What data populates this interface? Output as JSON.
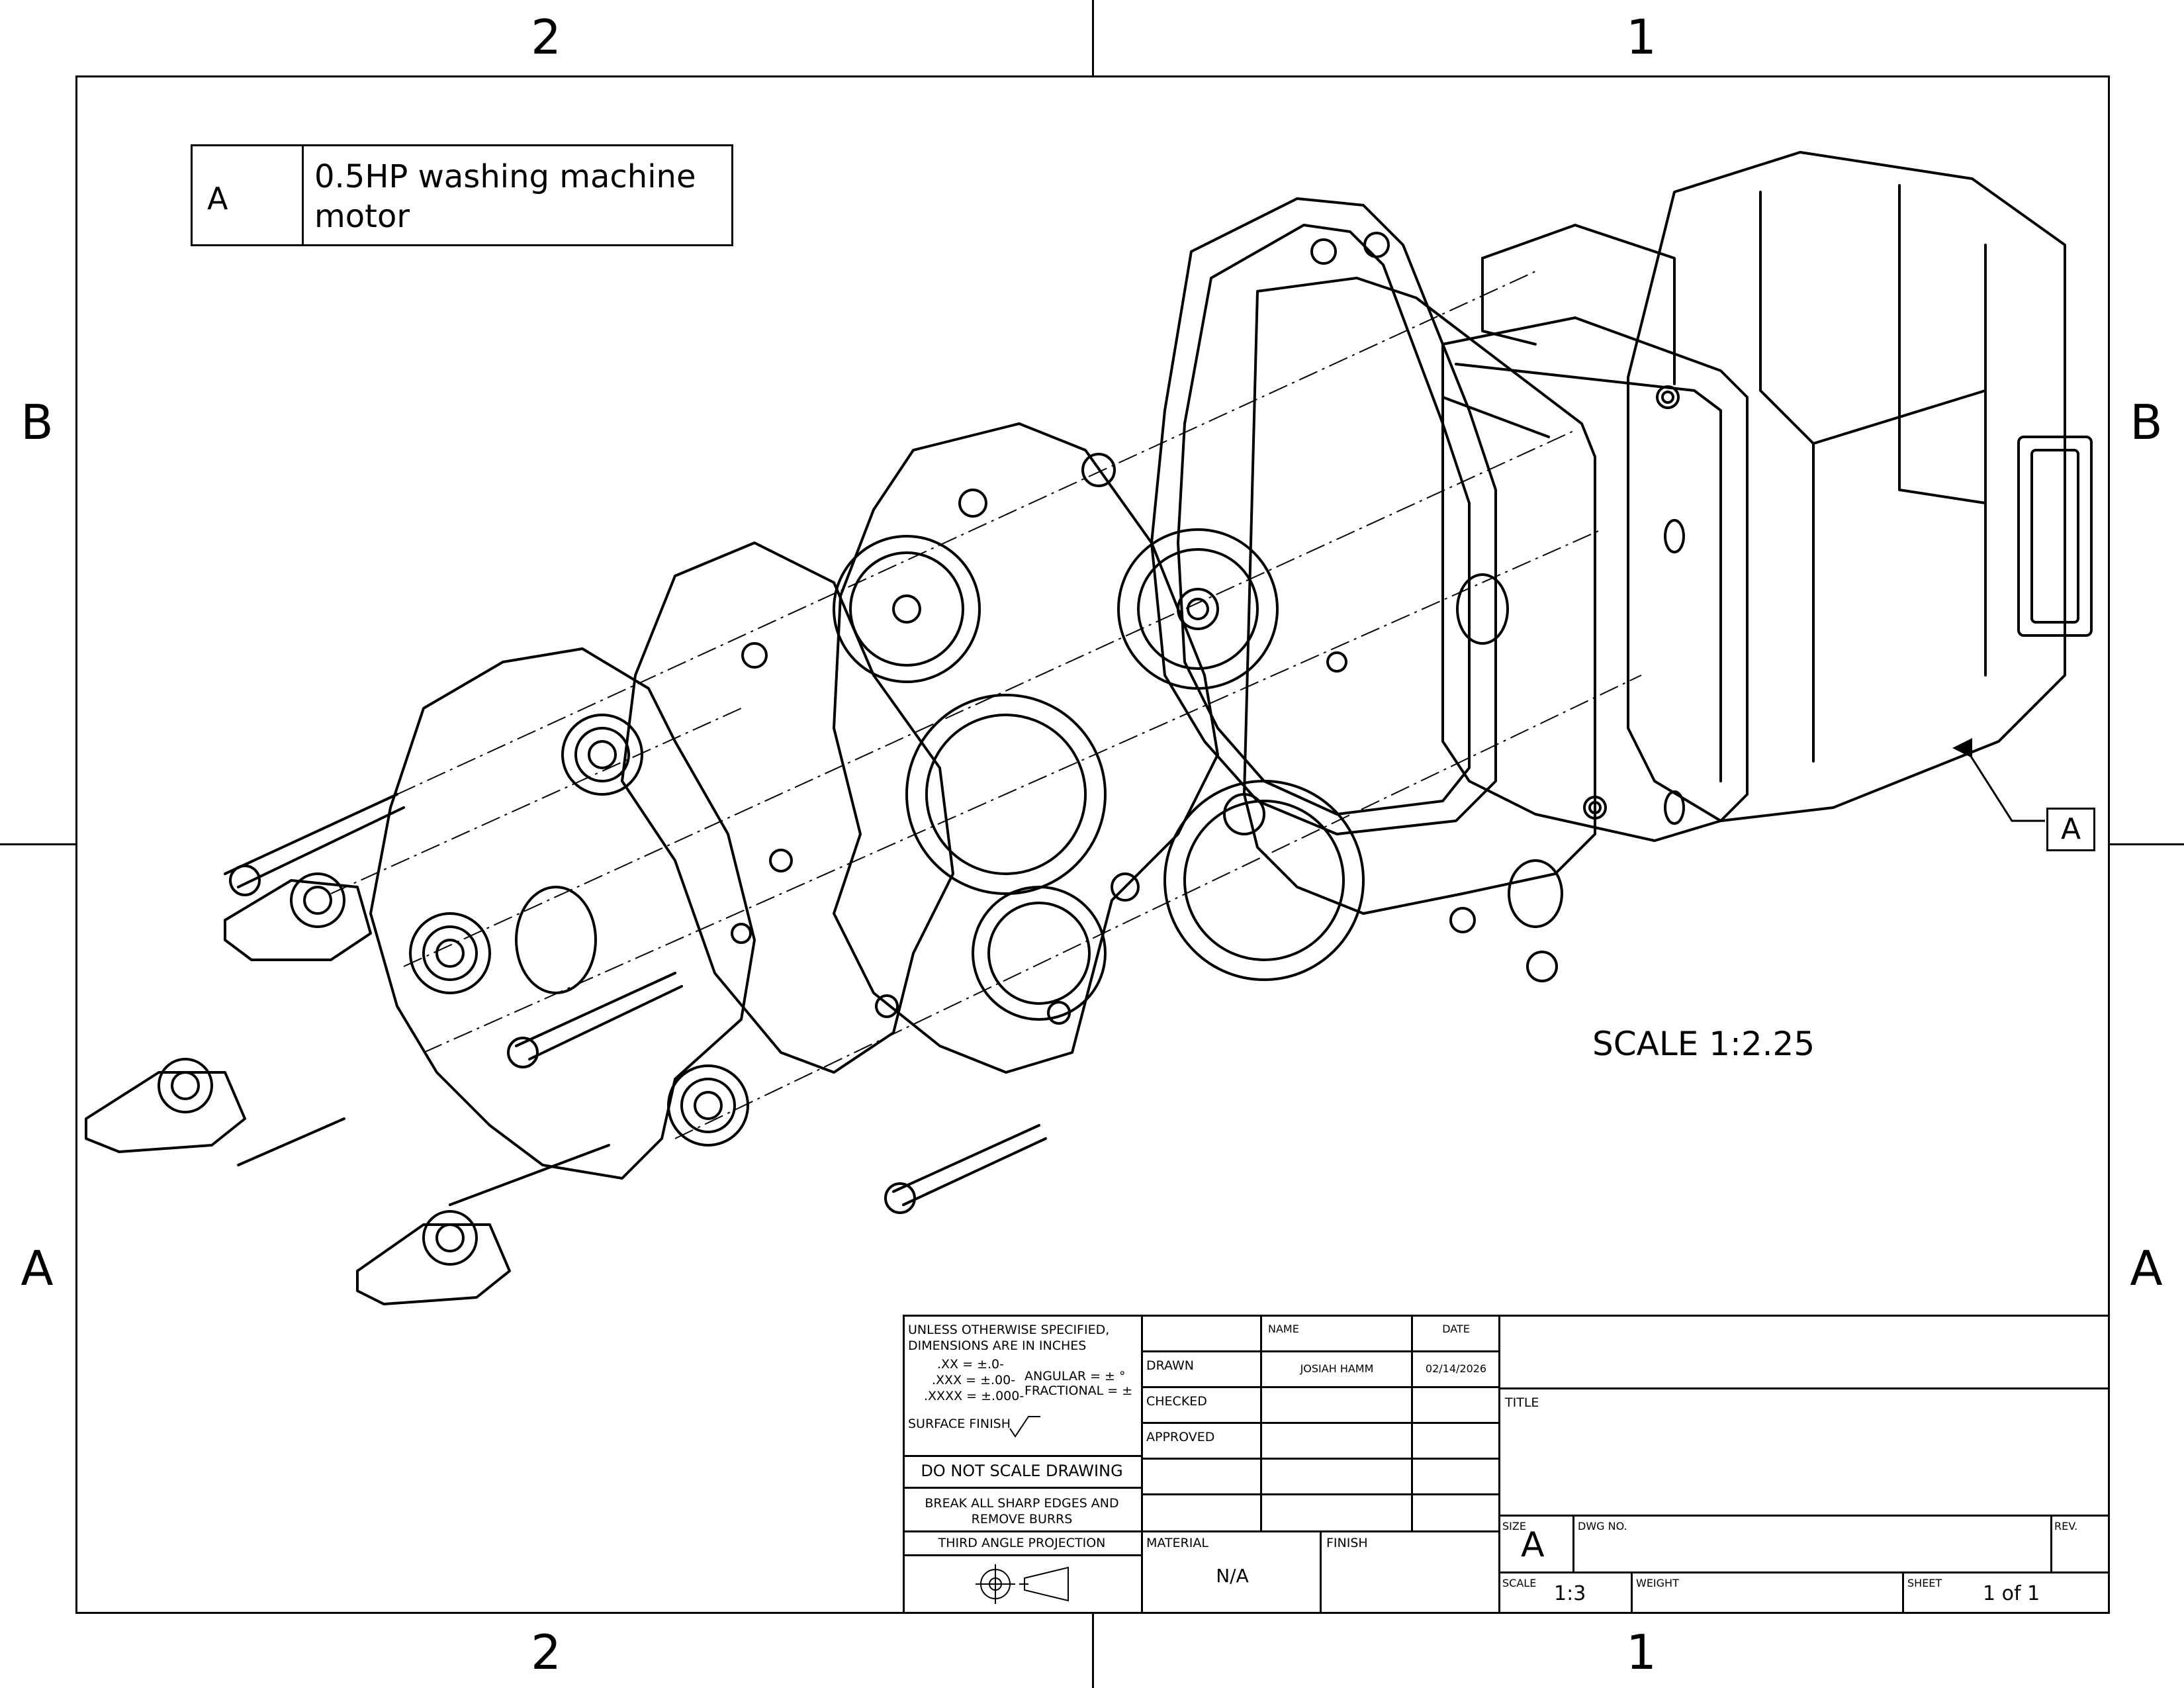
{
  "zones": {
    "top": [
      "2",
      "1"
    ],
    "bottom": [
      "2",
      "1"
    ],
    "left": [
      "B",
      "A"
    ],
    "right": [
      "B",
      "A"
    ]
  },
  "legend": {
    "balloon": "A",
    "description": "0.5HP washing machine motor"
  },
  "callout": {
    "label": "A"
  },
  "view_scale": "SCALE 1:2.25",
  "title_block": {
    "tolerance_note_1": "UNLESS OTHERWISE SPECIFIED,",
    "tolerance_note_2": "DIMENSIONS ARE IN INCHES",
    "tol_xx": ".XX = ±.0-",
    "tol_xxx": ".XXX = ±.00-",
    "tol_xxxx": ".XXXX = ±.000-",
    "tol_angular": "ANGULAR = ± °",
    "tol_fractional": "FRACTIONAL = ±",
    "surface_finish": "SURFACE FINISH",
    "do_not_scale": "DO NOT SCALE DRAWING",
    "break_edges_1": "BREAK ALL SHARP EDGES AND",
    "break_edges_2": "REMOVE BURRS",
    "projection": "THIRD ANGLE PROJECTION",
    "col_name": "NAME",
    "col_date": "DATE",
    "drawn_label": "DRAWN",
    "drawn_name": "JOSIAH HAMM",
    "drawn_date": "02/14/2026",
    "checked_label": "CHECKED",
    "approved_label": "APPROVED",
    "material_label": "MATERIAL",
    "material_value": "N/A",
    "finish_label": "FINISH",
    "title_label": "TITLE",
    "size_label": "SIZE",
    "size_value": "A",
    "dwg_no_label": "DWG NO.",
    "rev_label": "REV.",
    "scale_label": "SCALE",
    "scale_value": "1:3",
    "weight_label": "WEIGHT",
    "sheet_label": "SHEET",
    "sheet_value": "1 of 1"
  }
}
